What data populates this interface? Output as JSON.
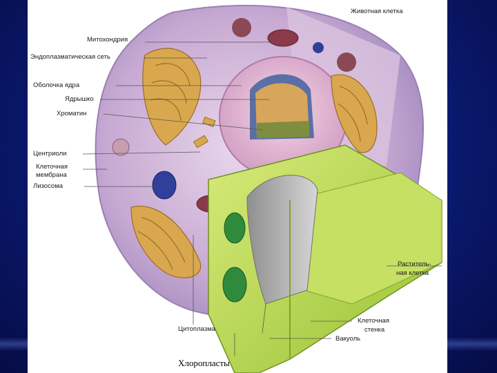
{
  "labels": {
    "animal_cell": "Животная клетка",
    "mitochondria": "Митохондрия",
    "er": "Эндоплазматическая сеть",
    "nuclear_envelope": "Оболочка ядра",
    "nucleolus": "Ядрышко",
    "chromatin": "Хроматин",
    "centrioles": "Центриоли",
    "cell_membrane_1": "Клеточная",
    "cell_membrane_2": "мембрана",
    "lysosome": "Лизосома",
    "plant_cell_1": "Раститель-",
    "plant_cell_2": "ная клетка",
    "cell_wall_1": "Клеточная",
    "cell_wall_2": "стенка",
    "vacuole": "Вакуоль",
    "cytoplasm": "Цитоплазма"
  },
  "caption": "Хлоропласты",
  "colors": {
    "slide_background": "#0b1a72",
    "animal_cell": "#c9a8cf",
    "nucleus": "#e8bcd8",
    "plant_cell": "#b9d84a",
    "chloroplast": "#2f8a3c",
    "golgi": "#d9a84e"
  }
}
